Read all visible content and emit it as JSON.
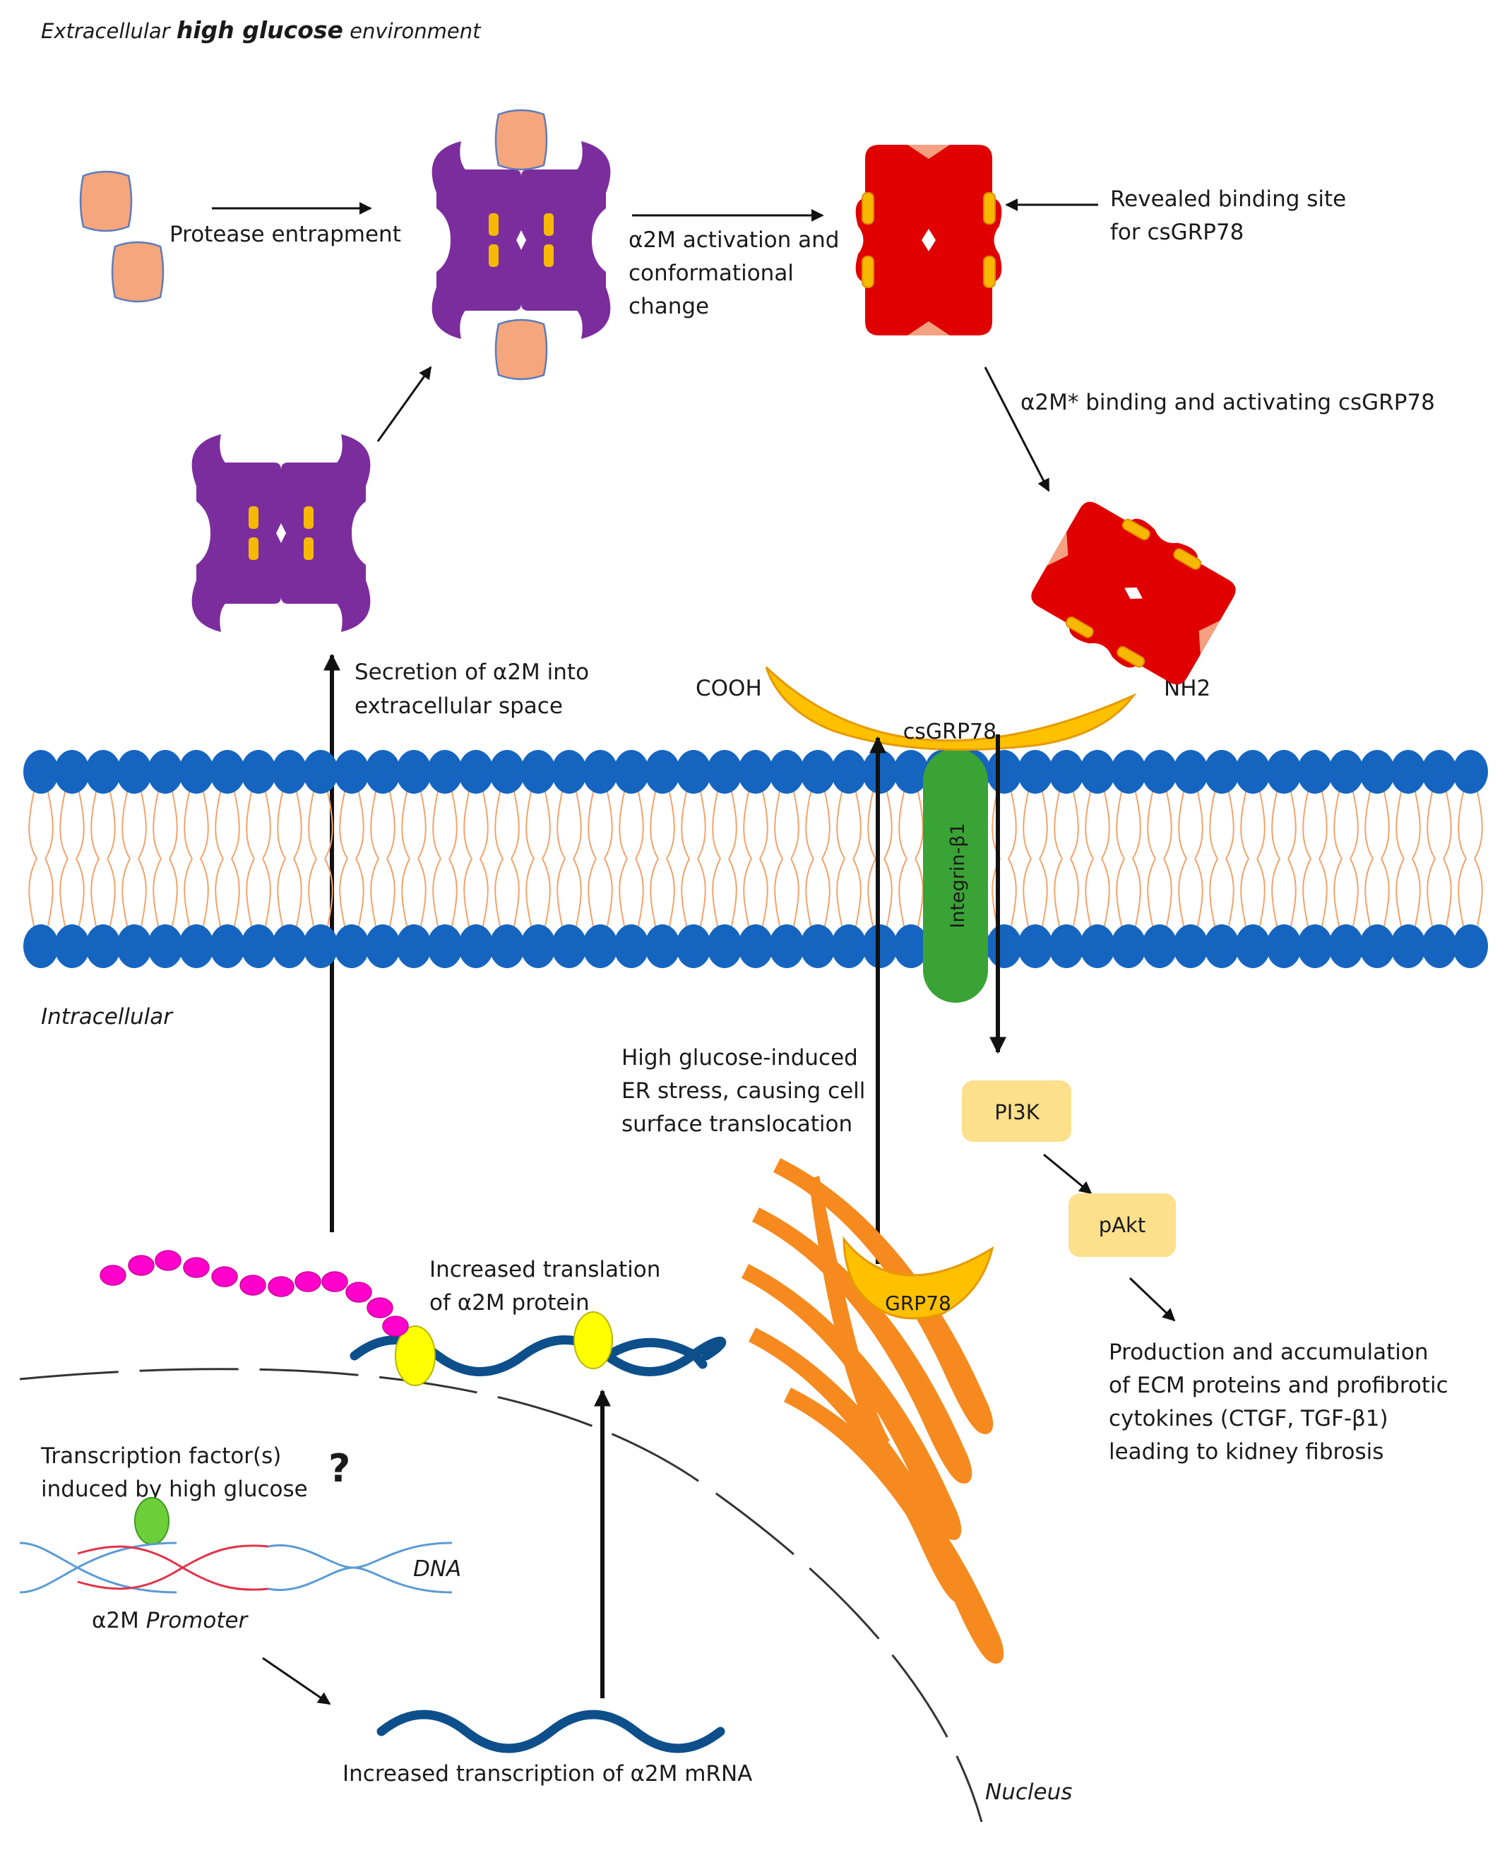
{
  "header": {
    "prefix": "Extracellular ",
    "bold": "high glucose",
    "suffix": " environment"
  },
  "labels": {
    "protease_entrapment": "Protease entrapment",
    "activation_1": "α2M activation and",
    "activation_2": "conformational",
    "activation_3": "change",
    "binding_site_1": "Revealed binding site",
    "binding_site_2": "for csGRP78",
    "binding_activating": "α2M* binding and activating csGRP78",
    "secretion_1": "Secretion of α2M into",
    "secretion_2": "extracellular space",
    "cooh": "COOH",
    "nh2": "NH2",
    "csgrp78": "csGRP78",
    "integrin": "Integrin-β1",
    "intracellular": "Intracellular",
    "er_stress_1": "High glucose-induced",
    "er_stress_2": "ER stress, causing cell",
    "er_stress_3": "surface translocation",
    "pi3k": "PI3K",
    "pakt": "pAkt",
    "grp78": "GRP78",
    "translation_1": "Increased translation",
    "translation_2": "of α2M protein",
    "outcome_1": "Production and accumulation",
    "outcome_2": "of ECM proteins and profibrotic",
    "outcome_3": "cytokines (CTGF, TGF-β1)",
    "outcome_4": "leading to kidney fibrosis",
    "tf_1": "Transcription factor(s)",
    "tf_2": "induced by high glucose",
    "question": "?",
    "dna": "DNA",
    "promoter_prefix": "α2M ",
    "promoter": "Promoter",
    "transcription": "Increased transcription of α2M mRNA",
    "nucleus": "Nucleus"
  },
  "colors": {
    "a2m_native": "#7b2d9e",
    "a2m_active": "#e00000",
    "protease": "#f5a67c",
    "binding_site": "#f6b800",
    "grp78": "#ffc000",
    "integrin": "#3aa335",
    "lipid_head": "#1565c0",
    "lipid_tail": "#f4a26a",
    "er": "#f68a1e",
    "kinase_box": "#fde08b",
    "mrna": "#0d4f8b",
    "ribosome": "#ffff00",
    "peptide": "#ff00cc",
    "tf": "#6ccf3a",
    "dna_strand": "#5a9bd5",
    "promoter_strand": "#e0344a"
  }
}
